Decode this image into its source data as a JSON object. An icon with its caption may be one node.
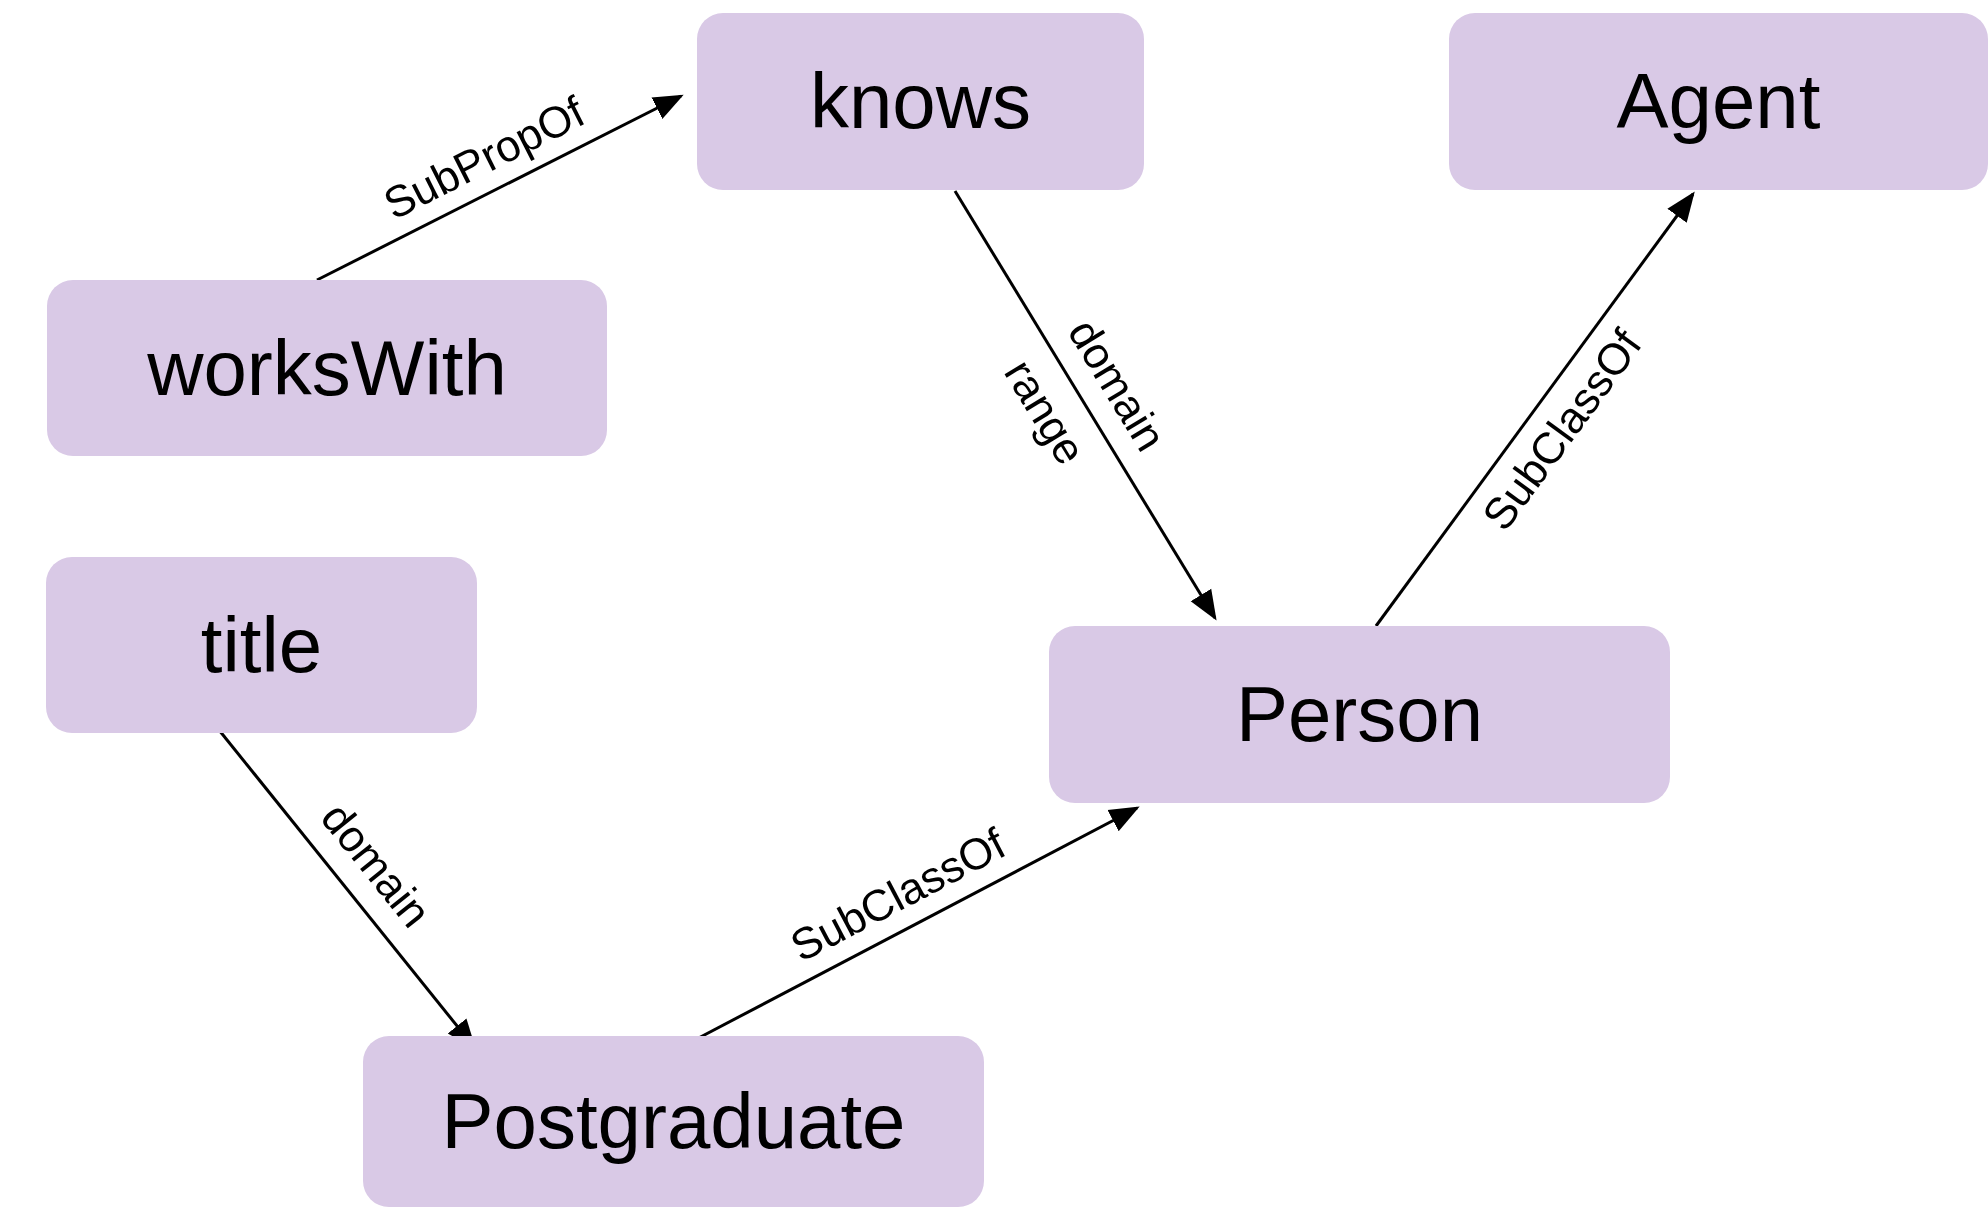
{
  "diagram": {
    "nodes": [
      {
        "text": [
          "knows"
        ]
      },
      {
        "text": [
          "Agent"
        ]
      },
      {
        "text": [
          "worksWith"
        ]
      },
      {
        "text": [
          "title"
        ]
      },
      {
        "text": [
          "Person"
        ]
      },
      {
        "text": [
          "Postgraduate"
        ]
      }
    ],
    "edges": [
      {
        "from": 2,
        "to": 0,
        "arrow": "to",
        "label": "SubPropOf"
      },
      {
        "from": 0,
        "to": 4,
        "arrow": "to",
        "label": "domain"
      },
      {
        "from": 4,
        "to": 1,
        "arrow": "to",
        "label": "SubClassOf"
      },
      {
        "from": 3,
        "to": 5,
        "arrow": "to",
        "label": "domain"
      },
      {
        "from": 5,
        "to": 4,
        "arrow": "to",
        "label": "SubClassOf"
      }
    ],
    "labels": [
      "range"
    ]
  }
}
